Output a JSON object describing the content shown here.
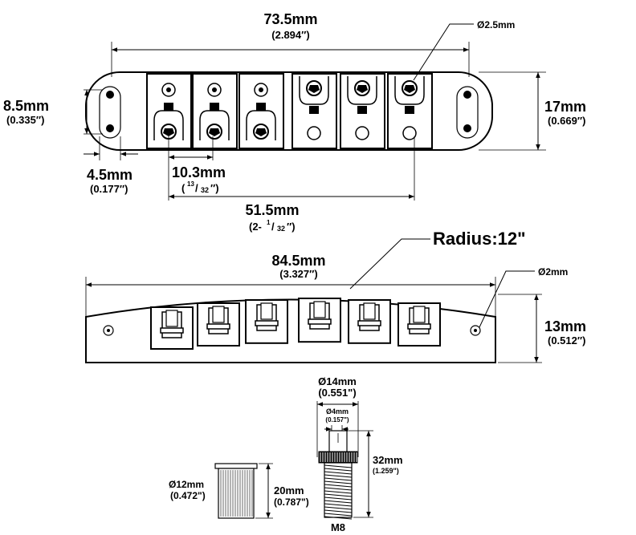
{
  "top_view": {
    "overall_width": "73.5mm",
    "overall_width_in": "(2.894″)",
    "hole_diameter": "Ø2.5mm",
    "slot_height": "8.5mm",
    "slot_height_in": "(0.335″)",
    "body_height": "17mm",
    "body_height_in": "(0.669″)",
    "slot_width": "4.5mm",
    "slot_width_in": "(0.177″)",
    "string_spacing": "10.3mm",
    "string_spacing_in_num": "13",
    "string_spacing_in_den": "32",
    "span": "51.5mm",
    "span_in_whole": "(2-",
    "span_in_num": "1",
    "span_in_den": "32"
  },
  "side_view": {
    "radius": "Radius:12\"",
    "overall_length": "84.5mm",
    "overall_length_in": "(3.327″)",
    "hole_diameter": "Ø2mm",
    "height": "13mm",
    "height_in": "(0.512″)"
  },
  "stud": {
    "head_diameter": "Ø14mm",
    "head_diameter_in": "(0.551\")",
    "slot_diameter": "Ø4mm",
    "slot_diameter_in": "(0.157\")",
    "length": "32mm",
    "length_in": "(1.259\")",
    "thread": "M8"
  },
  "bushing": {
    "diameter": "Ø12mm",
    "diameter_in": "(0.472\")",
    "height": "20mm",
    "height_in": "(0.787\")"
  }
}
